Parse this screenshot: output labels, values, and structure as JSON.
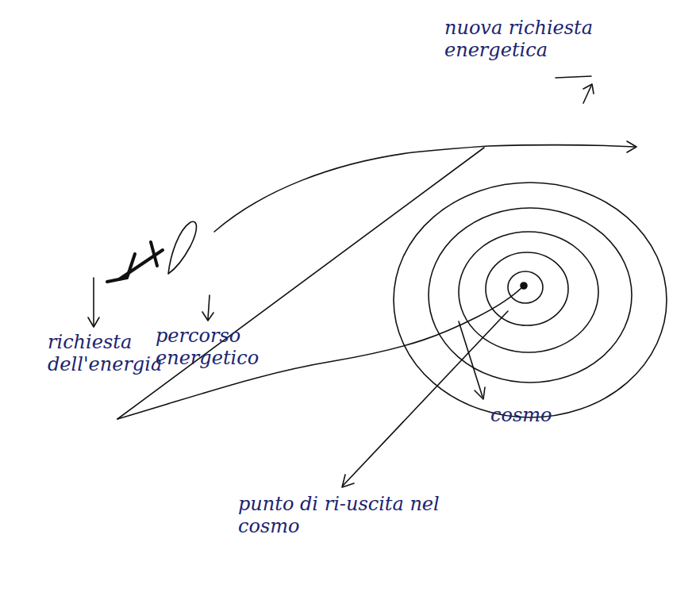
{
  "diagram": {
    "labels": [
      "nuova richiesta energetica",
      "richiesta dell'energia",
      "percorso energetico",
      "cosmo",
      "punto di ri-uscita nel cosmo"
    ]
  }
}
